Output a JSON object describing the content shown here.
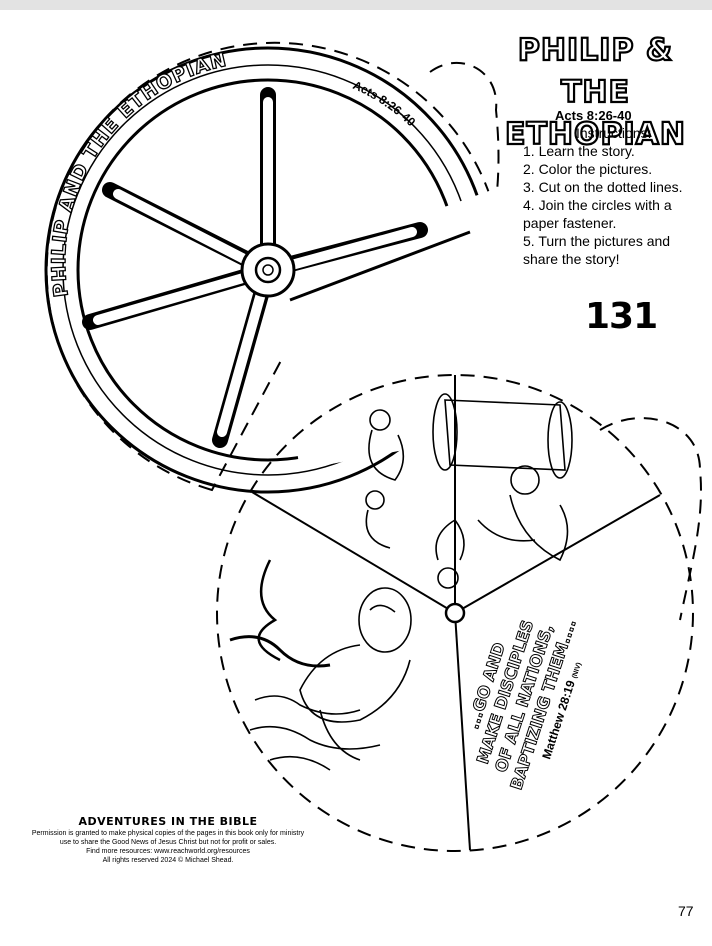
{
  "page": {
    "title": "PHILIP & THE ETHOPIAN",
    "reference": "Acts 8:26-40",
    "instructions_heading": "Instructions:",
    "steps": [
      "1. Learn the story.",
      "2. Color the pictures.",
      "3. Cut on the dotted lines.",
      "4. Join the circles with a paper fastener.",
      "5. Turn the pictures and share the story!"
    ],
    "number": "131",
    "page_number": "77"
  },
  "wheel_top": {
    "arc_title": "PHILIP AND THE ETHOPIAN",
    "arc_reference": "Acts 8:26-40"
  },
  "wheel_bottom": {
    "verse_lines": [
      "...GO AND",
      "MAKE DISCIPLES",
      "OF ALL NATIONS,",
      "BAPTIZING THEM...."
    ],
    "verse_reference": "Matthew 28:19",
    "verse_version": "(NIV)"
  },
  "footer": {
    "brand": "ADVENTURES IN THE BIBLE",
    "permission": "Permission is granted to make physical copies of the pages in this book only for ministry use to share the Good News of Jesus Christ but not for profit or sales.",
    "resources": "Find more resources: www.reachworld.org/resources",
    "rights": "All rights reserved 2024 © Michael Shead."
  }
}
